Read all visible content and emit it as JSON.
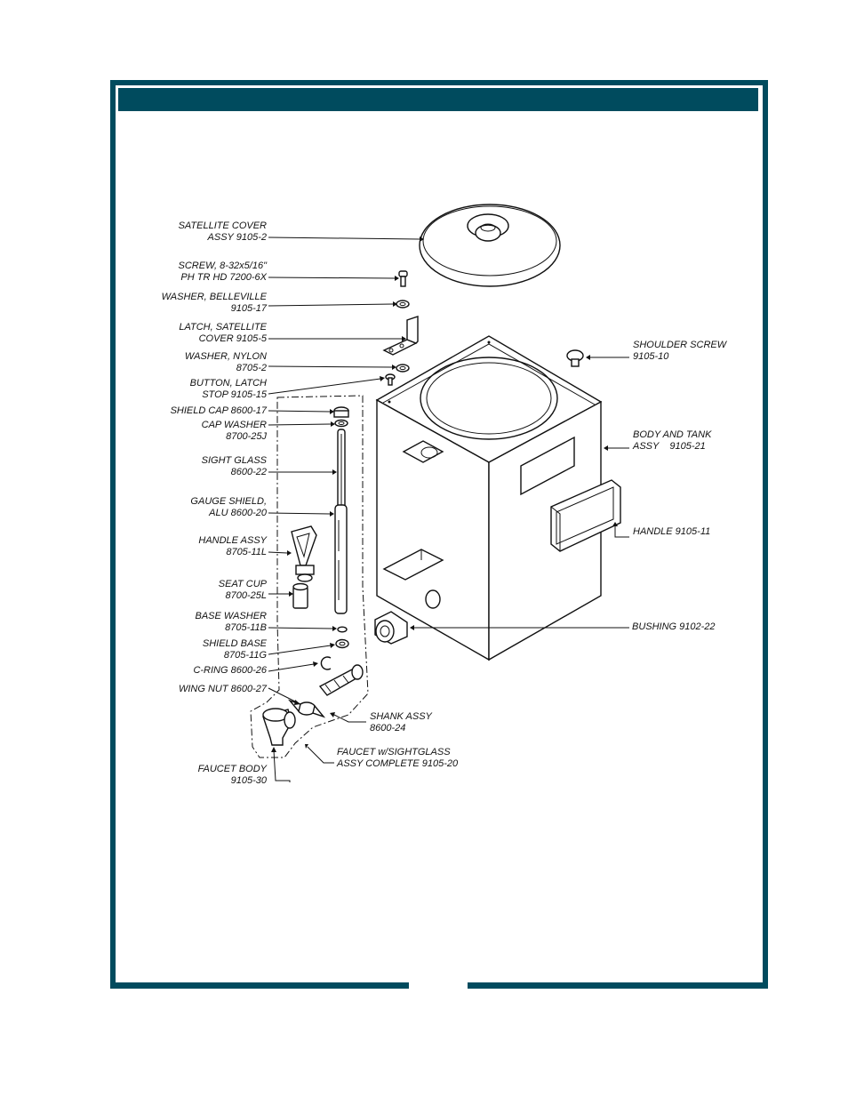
{
  "colors": {
    "frame": "#004b5e",
    "header": "#004b5e",
    "line": "#111111"
  },
  "parts": [
    {
      "id": "satellite-cover",
      "line1": "SATELLITE COVER",
      "line2": "ASSY  9105-2"
    },
    {
      "id": "screw",
      "line1": "SCREW, 8-32x5/16\"",
      "line2": "PH TR HD 7200-6X"
    },
    {
      "id": "washer-belleville",
      "line1": "WASHER, BELLEVILLE",
      "line2": "9105-17"
    },
    {
      "id": "latch-satellite-cover",
      "line1": "LATCH, SATELLITE",
      "line2": "COVER  9105-5"
    },
    {
      "id": "washer-nylon",
      "line1": "WASHER, NYLON",
      "line2": "8705-2"
    },
    {
      "id": "button-latch-stop",
      "line1": "BUTTON, LATCH",
      "line2": "STOP  9105-15"
    },
    {
      "id": "shield-cap",
      "line1": "SHIELD CAP  8600-17",
      "line2": ""
    },
    {
      "id": "cap-washer",
      "line1": "CAP WASHER",
      "line2": "8700-25J"
    },
    {
      "id": "sight-glass",
      "line1": "SIGHT GLASS",
      "line2": "8600-22"
    },
    {
      "id": "gauge-shield",
      "line1": "GAUGE SHIELD,",
      "line2": "ALU  8600-20"
    },
    {
      "id": "handle-assy",
      "line1": "HANDLE ASSY",
      "line2": "8705-11L"
    },
    {
      "id": "seat-cup",
      "line1": "SEAT CUP",
      "line2": "8700-25L"
    },
    {
      "id": "base-washer",
      "line1": "BASE WASHER",
      "line2": "8705-11B"
    },
    {
      "id": "shield-base",
      "line1": "SHIELD BASE",
      "line2": "8705-11G"
    },
    {
      "id": "c-ring",
      "line1": "C-RING  8600-26",
      "line2": ""
    },
    {
      "id": "wing-nut",
      "line1": "WING NUT  8600-27",
      "line2": ""
    },
    {
      "id": "faucet-body",
      "line1": "FAUCET BODY",
      "line2": "9105-30"
    },
    {
      "id": "shank-assy",
      "line1": "SHANK ASSY",
      "line2": "8600-24"
    },
    {
      "id": "faucet-complete",
      "line1": "FAUCET w/SIGHTGLASS",
      "line2": "ASSY COMPLETE  9105-20"
    },
    {
      "id": "shoulder-screw",
      "line1": "SHOULDER SCREW",
      "line2": "9105-10"
    },
    {
      "id": "body-and-tank",
      "line1": "BODY AND TANK",
      "line2": "ASSY    9105-21"
    },
    {
      "id": "handle",
      "line1": "HANDLE  9105-11",
      "line2": ""
    },
    {
      "id": "bushing",
      "line1": "BUSHING  9102-22",
      "line2": ""
    }
  ]
}
